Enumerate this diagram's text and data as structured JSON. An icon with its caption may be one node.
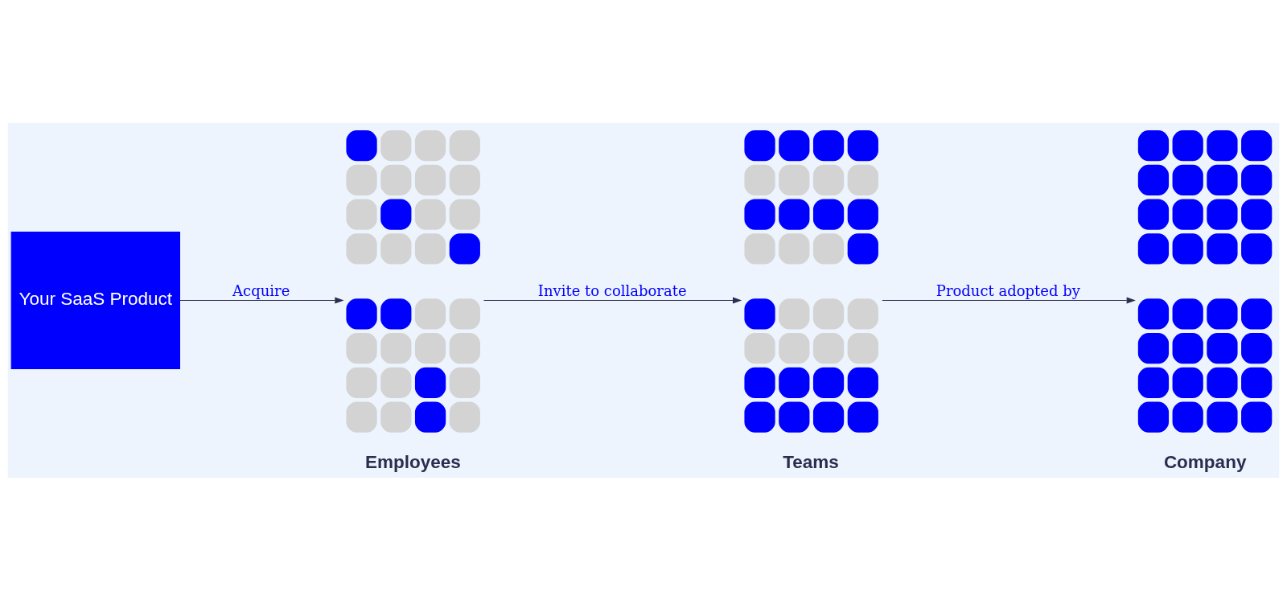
{
  "diagram": {
    "nodes": [
      {
        "text": [
          "Your SaaS Product"
        ]
      },
      {
        "text": [
          "Employees"
        ]
      },
      {
        "text": [
          "Teams"
        ]
      },
      {
        "text": [
          "Company"
        ]
      }
    ],
    "edges": [
      {
        "from": 0,
        "to": 1,
        "arrow": "to",
        "label": "Acquire"
      },
      {
        "from": 1,
        "to": 2,
        "arrow": "to",
        "label": "Invite to collaborate"
      },
      {
        "from": 2,
        "to": 3,
        "arrow": "to",
        "label": "Product adopted by"
      }
    ]
  }
}
